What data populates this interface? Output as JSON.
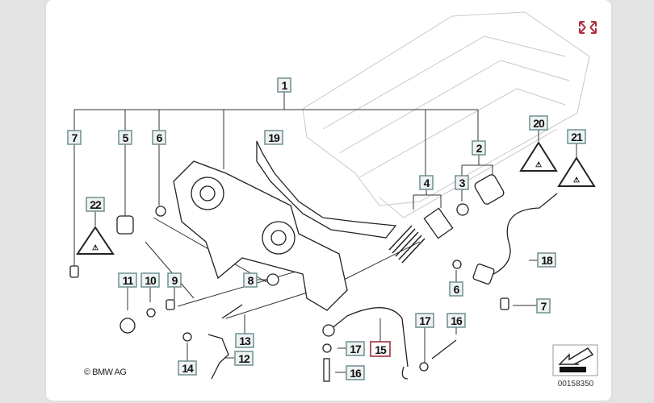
{
  "diagram": {
    "callouts": [
      "1",
      "7",
      "5",
      "6",
      "19",
      "20",
      "21",
      "2",
      "4",
      "3",
      "22",
      "18",
      "11",
      "10",
      "9",
      "8",
      "6",
      "7",
      "17",
      "16",
      "13",
      "15",
      "17",
      "12",
      "14",
      "16"
    ],
    "selected_callout": "15",
    "copyright": "© BMW AG",
    "reference_number": "00158350",
    "colors": {
      "label_border": "#6f8f8f",
      "selected_border": "#a03040",
      "accent": "#b03040"
    }
  },
  "icons": {
    "expand": "expand-icon",
    "navigate": "arrow-down-left-icon",
    "warning": "warning-triangle-icon"
  }
}
